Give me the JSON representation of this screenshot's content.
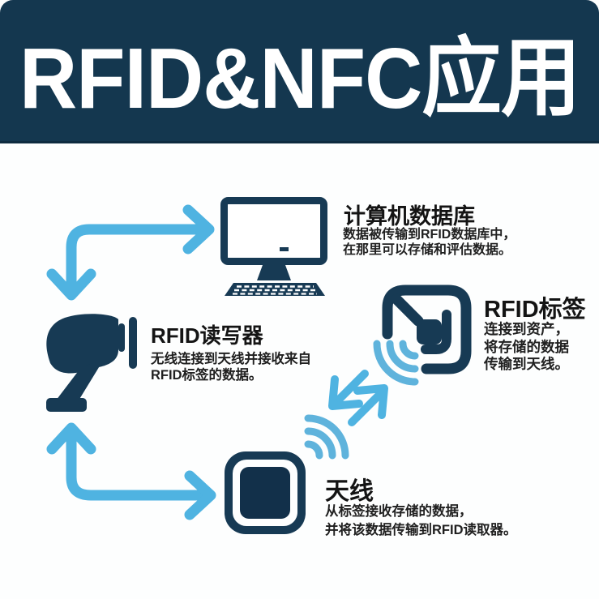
{
  "header": {
    "title": "RFID&NFC应用"
  },
  "nodes": {
    "computer": {
      "title": "计算机数据库",
      "desc_lines": [
        "数据被传输到RFID数据库中，",
        "在那里可以存储和评估数据。"
      ]
    },
    "reader": {
      "title": "RFID读写器",
      "desc_lines": [
        "无线连接到天线并接收来自",
        "RFID标签的数据。"
      ]
    },
    "tag": {
      "title": "RFID标签",
      "desc_lines": [
        "连接到资产，",
        "将存储的数据",
        "传输到天线。"
      ]
    },
    "antenna": {
      "title": "天线",
      "desc_lines": [
        "从标签接收存储的数据，",
        "并将该数据传输到RFID读取器。"
      ]
    }
  },
  "flow": {
    "connections": [
      {
        "from": "reader",
        "to": "computer",
        "style": "elbow-bidirectional-arrow"
      },
      {
        "from": "tag",
        "to": "antenna",
        "style": "wireless-exchange-arrows"
      },
      {
        "from": "antenna",
        "to": "reader",
        "style": "elbow-bidirectional-arrow"
      }
    ]
  },
  "colors": {
    "header_bg": "#14374F",
    "icon_navy": "#173A54",
    "antenna_inner": "#12304A",
    "arrow_cyan": "#4FB3E1",
    "wave_blue": "#5FB3DC",
    "text": "#1B1B1B",
    "background": "#FFFFFF"
  },
  "icons": [
    "computer-icon",
    "reader-icon",
    "tag-icon",
    "antenna-icon",
    "tag-waves-icon",
    "antenna-waves-icon",
    "exchange-arrows-icon"
  ]
}
